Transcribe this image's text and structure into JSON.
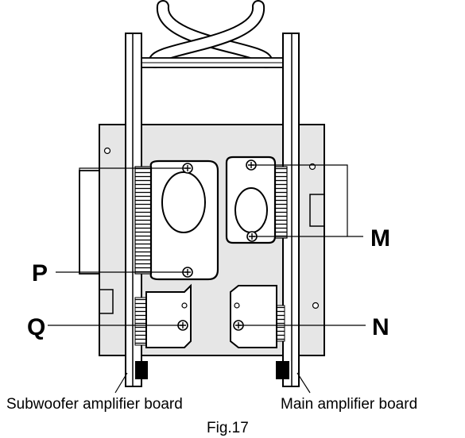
{
  "figure": {
    "caption": "Fig.17",
    "callouts": {
      "M": "M",
      "N": "N",
      "P": "P",
      "Q": "Q"
    },
    "boards": {
      "subwoofer": "Subwoofer amplifier board",
      "main": "Main amplifier board"
    }
  }
}
